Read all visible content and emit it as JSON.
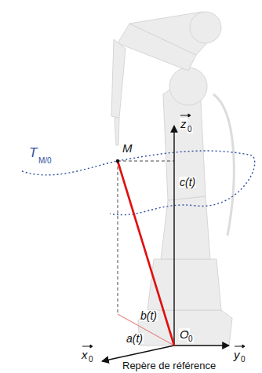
{
  "diagram": {
    "labels": [
      "T",
      "M/0",
      "M",
      "z",
      "0",
      "c(t)",
      "b(t)",
      "O",
      "0",
      "x",
      "0",
      "a(t)",
      "y",
      "0",
      "Repère de référence"
    ]
  }
}
